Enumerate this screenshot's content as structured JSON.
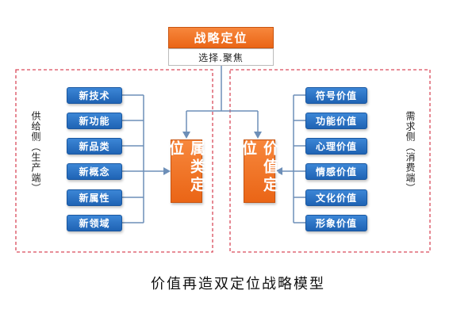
{
  "top": {
    "title": "战略定位",
    "subtitle": "选择.聚焦"
  },
  "left_panel": {
    "side_label_main": "供给侧",
    "side_label_sub": "（生产端）",
    "items": [
      "新技术",
      "新功能",
      "新品类",
      "新概念",
      "新属性",
      "新领域"
    ],
    "center": "属类定位"
  },
  "right_panel": {
    "side_label_main": "需求侧",
    "side_label_sub": "（消费端）",
    "items": [
      "符号价值",
      "功能价值",
      "心理价值",
      "情感价值",
      "文化价值",
      "形象价值"
    ],
    "center": "价值定位"
  },
  "caption": "价值再造双定位战略模型",
  "colors": {
    "orange": "#ef6d21",
    "blue": "#2a70c4",
    "dashed_border": "#d94a5a",
    "connector": "#6d8fb8"
  }
}
